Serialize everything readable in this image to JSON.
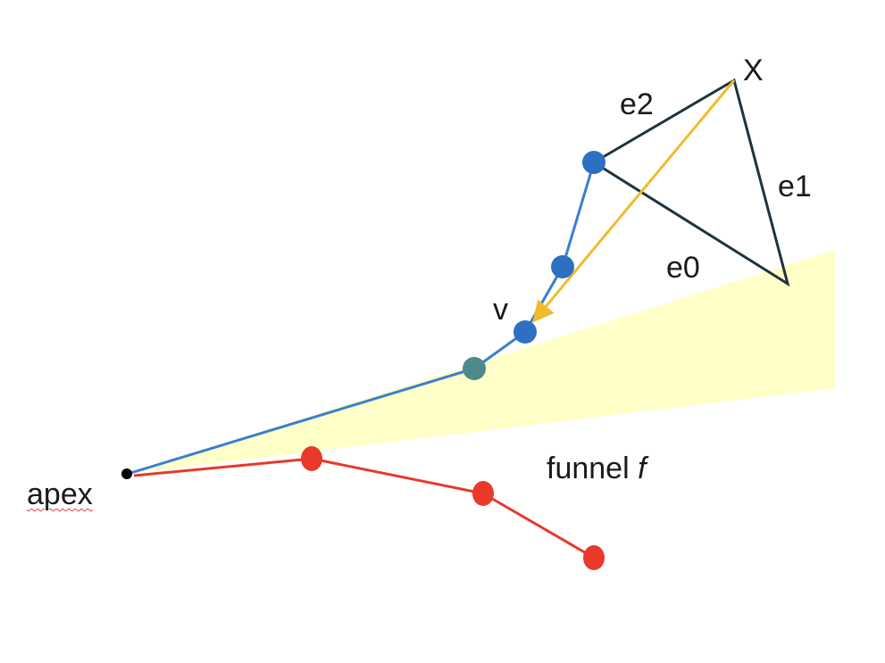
{
  "labels": {
    "x": "X",
    "e0": "e0",
    "e1": "e1",
    "e2": "e2",
    "v": "v",
    "funnel": "funnel",
    "funnel_var": "f",
    "apex": "apex"
  },
  "colors": {
    "funnel_fill": "#ffffc8",
    "left_chain": "#3a7fcf",
    "left_node": "#2f6fc2",
    "right_chain": "#e8392a",
    "triangle": "#1f3340",
    "arrow": "#f0bc2c",
    "apex": "#000000"
  }
}
